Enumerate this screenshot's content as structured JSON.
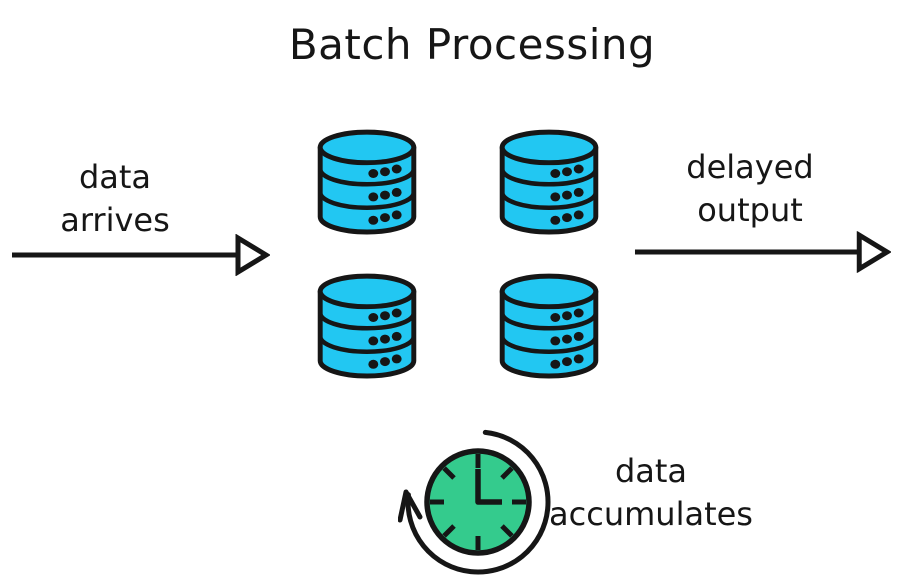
{
  "colors": {
    "background": "#ffffff",
    "ink": "#161616",
    "database_fill": "#22c7f2",
    "clock_face_fill": "#34cb8d"
  },
  "title": "Batch Processing",
  "flow": {
    "input_label": {
      "line1": "data",
      "line2": "arrives"
    },
    "output_label": {
      "line1": "delayed",
      "line2": "output"
    },
    "accumulate_label": {
      "line1": "data",
      "line2": "accumulates"
    }
  },
  "icons": {
    "input_arrow": "arrow-right-icon",
    "output_arrow": "arrow-right-icon",
    "database": {
      "name": "database-icon",
      "count": 4,
      "disc_rows": 3,
      "dots_per_row": 3
    },
    "clock": {
      "name": "clock-refresh-icon",
      "time_shown": "3:00",
      "arrow_direction": "clockwise"
    }
  }
}
